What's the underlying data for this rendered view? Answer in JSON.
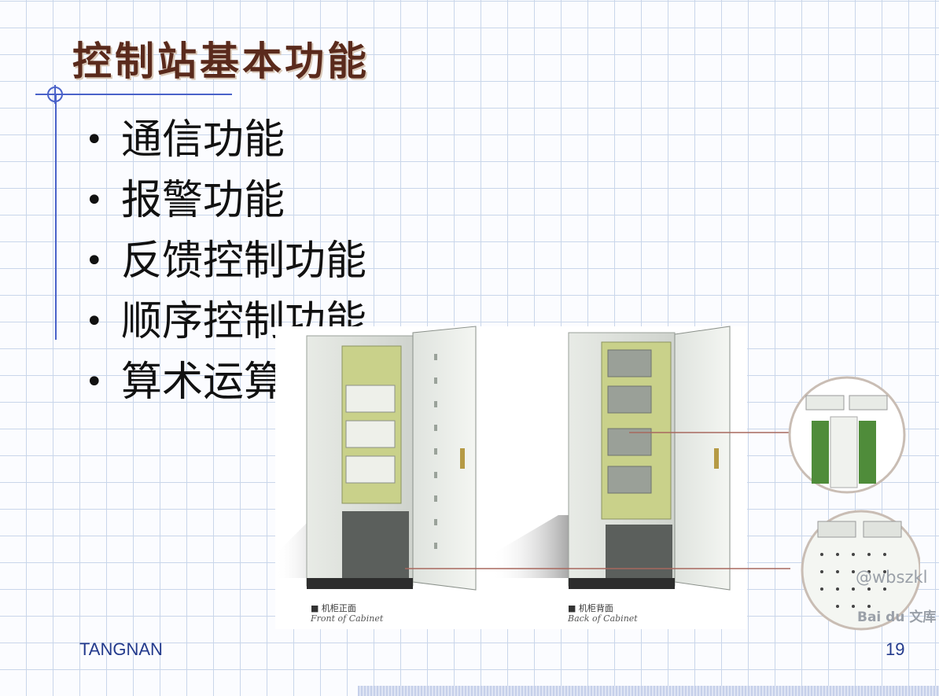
{
  "slide": {
    "title": "控制站基本功能",
    "bullets": [
      {
        "marker": "•",
        "text": "通信功能"
      },
      {
        "marker": "•",
        "text": "报警功能"
      },
      {
        "marker": "•",
        "text": "反馈控制功能"
      },
      {
        "marker": "•",
        "text": "顺序控制功能"
      },
      {
        "marker": "•",
        "text": "算术运算功能"
      }
    ]
  },
  "figure": {
    "front_caption_cn": "■ 机柜正面",
    "front_caption_en": "Front of Cabinet",
    "back_caption_cn": "■ 机柜背面",
    "back_caption_en": "Back of Cabinet"
  },
  "watermark": {
    "handle": "@wbszkl",
    "brand": "Bai du 文库"
  },
  "footer": {
    "author": "TANGNAN",
    "page_number": "19"
  },
  "colors": {
    "title": "#5a2a1c",
    "rule": "#4a62c9",
    "footer": "#233a8c",
    "grid": "#c9d6ea"
  }
}
